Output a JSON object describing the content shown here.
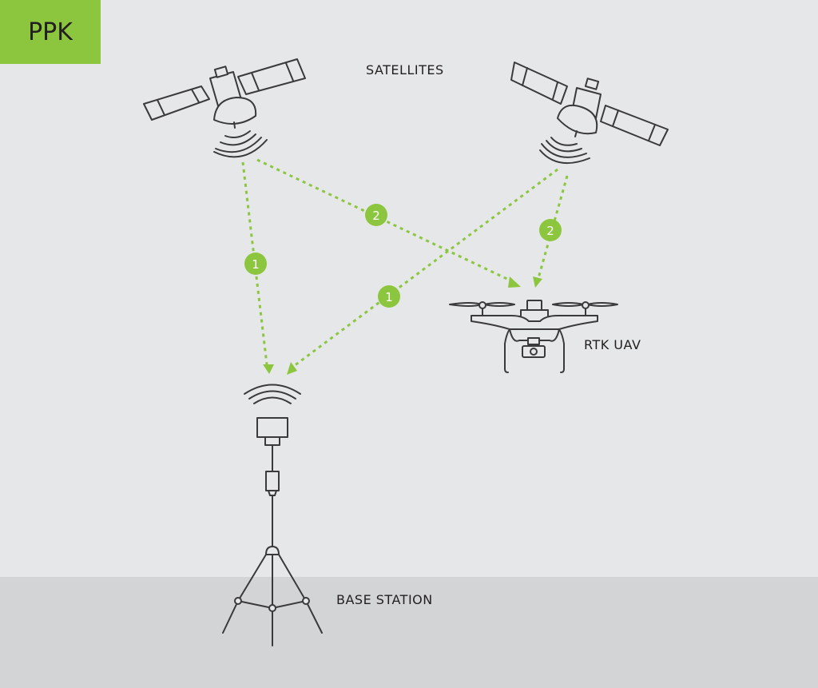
{
  "badge": {
    "label": "PPK",
    "color": "#8cc63f"
  },
  "labels": {
    "satellites": "SATELLITES",
    "uav": "RTK UAV",
    "base_station": "BASE STATION"
  },
  "steps": {
    "sat1_to_base": "1",
    "sat1_to_uav": "2",
    "sat2_to_base": "1",
    "sat2_to_uav": "2"
  },
  "colors": {
    "accent": "#8cc63f",
    "background": "#e6e7e8",
    "ground": "#d3d4d6",
    "ink": "#3a3a3c"
  }
}
